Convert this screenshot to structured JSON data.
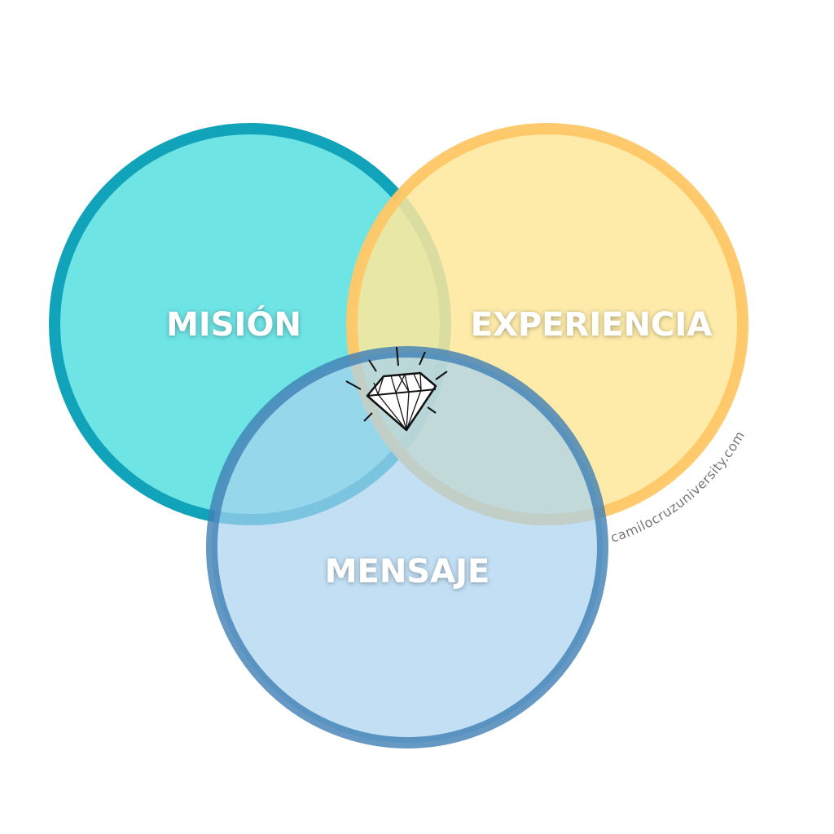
{
  "diagram": {
    "circles": [
      {
        "label": "MISIÓN",
        "fill": "#6EE4E5",
        "stroke": "#10A3BA"
      },
      {
        "label": "EXPERIENCIA",
        "fill": "#FEE89A",
        "stroke": "#FFC766"
      },
      {
        "label": "MENSAJE",
        "fill": "#A8D2F0",
        "stroke": "#3F7FB5"
      }
    ],
    "center_icon": "diamond-icon",
    "watermark": "camilocruzuniversity.com"
  }
}
